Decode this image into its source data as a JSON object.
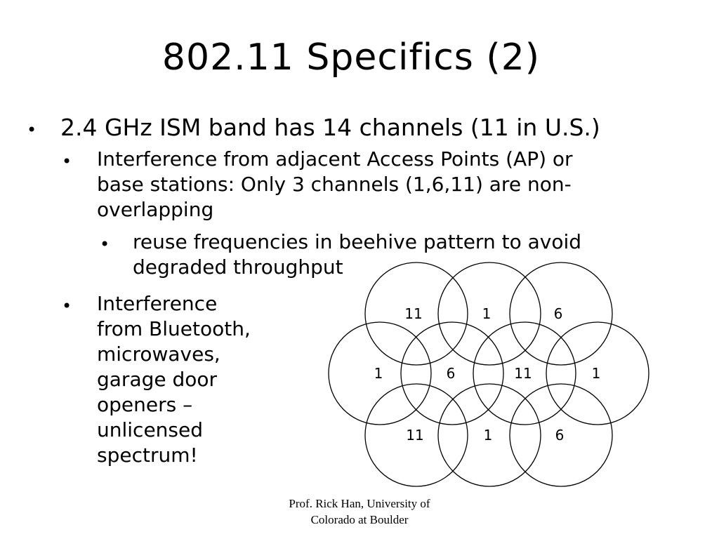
{
  "slide": {
    "title": "802.11 Specifics (2)",
    "bullet_symbol": "•",
    "bullet1": "2.4 GHz ISM band has 14 channels (11 in U.S.)",
    "bullet1_1": "Interference from adjacent Access Points (AP) or\nbase stations: Only 3 channels (1,6,11) are non-\noverlapping",
    "bullet1_1_1": "reuse frequencies in beehive pattern to avoid\ndegraded throughput",
    "bullet2": "Interference\nfrom Bluetooth,\nmicrowaves,\ngarage door\nopeners –\nunlicensed\nspectrum!"
  },
  "diagram": {
    "rows": [
      [
        "11",
        "1",
        "6"
      ],
      [
        "1",
        "6",
        "11",
        "1"
      ],
      [
        "11",
        "1",
        "6"
      ]
    ]
  },
  "footer": "Prof. Rick Han, University of\nColorado at Boulder"
}
